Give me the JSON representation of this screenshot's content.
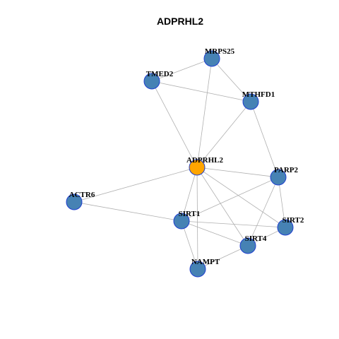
{
  "title": "ADPRHL2",
  "colors": {
    "node_fill": "#4682b4",
    "hub_fill": "#ffa500",
    "node_stroke": "#1f3fd0",
    "edge": "#b0b0b0"
  },
  "nodes": [
    {
      "id": "ADPRHL2",
      "label": "ADPRHL2",
      "hub": true
    },
    {
      "id": "MRPS25",
      "label": "MRPS25"
    },
    {
      "id": "TMED2",
      "label": "TMED2"
    },
    {
      "id": "MTHFD1",
      "label": "MTHFD1"
    },
    {
      "id": "PARP2",
      "label": "PARP2"
    },
    {
      "id": "ACTR6",
      "label": "ACTR6"
    },
    {
      "id": "SIRT1",
      "label": "SIRT1"
    },
    {
      "id": "SIRT2",
      "label": "SIRT2"
    },
    {
      "id": "SIRT4",
      "label": "SIRT4"
    },
    {
      "id": "NAMPT",
      "label": "NAMPT"
    }
  ],
  "edges": [
    [
      "MRPS25",
      "TMED2"
    ],
    [
      "MRPS25",
      "MTHFD1"
    ],
    [
      "MRPS25",
      "ADPRHL2"
    ],
    [
      "TMED2",
      "MTHFD1"
    ],
    [
      "TMED2",
      "ADPRHL2"
    ],
    [
      "MTHFD1",
      "ADPRHL2"
    ],
    [
      "MTHFD1",
      "PARP2"
    ],
    [
      "ADPRHL2",
      "PARP2"
    ],
    [
      "ADPRHL2",
      "ACTR6"
    ],
    [
      "ADPRHL2",
      "SIRT1"
    ],
    [
      "ADPRHL2",
      "SIRT2"
    ],
    [
      "ADPRHL2",
      "SIRT4"
    ],
    [
      "ADPRHL2",
      "NAMPT"
    ],
    [
      "ACTR6",
      "SIRT1"
    ],
    [
      "PARP2",
      "SIRT1"
    ],
    [
      "PARP2",
      "SIRT2"
    ],
    [
      "PARP2",
      "SIRT4"
    ],
    [
      "SIRT1",
      "SIRT2"
    ],
    [
      "SIRT1",
      "SIRT4"
    ],
    [
      "SIRT1",
      "NAMPT"
    ],
    [
      "SIRT2",
      "SIRT4"
    ],
    [
      "SIRT4",
      "NAMPT"
    ]
  ]
}
